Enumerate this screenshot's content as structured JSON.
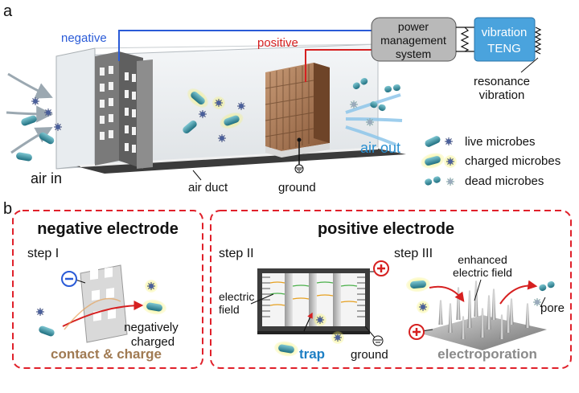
{
  "panel_a": {
    "label": "a",
    "negative": "negative",
    "positive": "positive",
    "power_lines": [
      "power",
      "management",
      "system"
    ],
    "teng_lines": [
      "vibration",
      "TENG"
    ],
    "resonance_lines": [
      "resonance",
      "vibration"
    ],
    "air_in": "air in",
    "air_out": "air out",
    "air_duct": "air duct",
    "ground": "ground",
    "legend": {
      "live": "live microbes",
      "charged": "charged microbes",
      "dead": "dead microbes"
    }
  },
  "panel_b": {
    "label": "b",
    "neg_title": "negative electrode",
    "pos_title": "positive electrode",
    "step1": "step I",
    "step2": "step II",
    "step3": "step III",
    "negatively_charged_lines": [
      "negatively",
      "charged"
    ],
    "electric_field_lines": [
      "electric",
      "field"
    ],
    "enhanced_lines": [
      "enhanced",
      "electric field"
    ],
    "pore": "pore",
    "ground": "ground",
    "contact_charge": "contact & charge",
    "trap": "trap",
    "electroporation": "electroporation"
  },
  "colors": {
    "negative_wire": "#2a5bd7",
    "positive_wire": "#d62020",
    "dash_border": "#e0202a",
    "teng_box": "#4aa3dd",
    "pms_box": "#b9b9b9",
    "microbe": "#3a8fa0",
    "charged_glow": "#f3f06a",
    "contact_charge_text": "#a07a52",
    "trap_text": "#1d7fc4",
    "electroporation_text": "#8a8a8a",
    "air_out_text": "#2a8fd0"
  }
}
